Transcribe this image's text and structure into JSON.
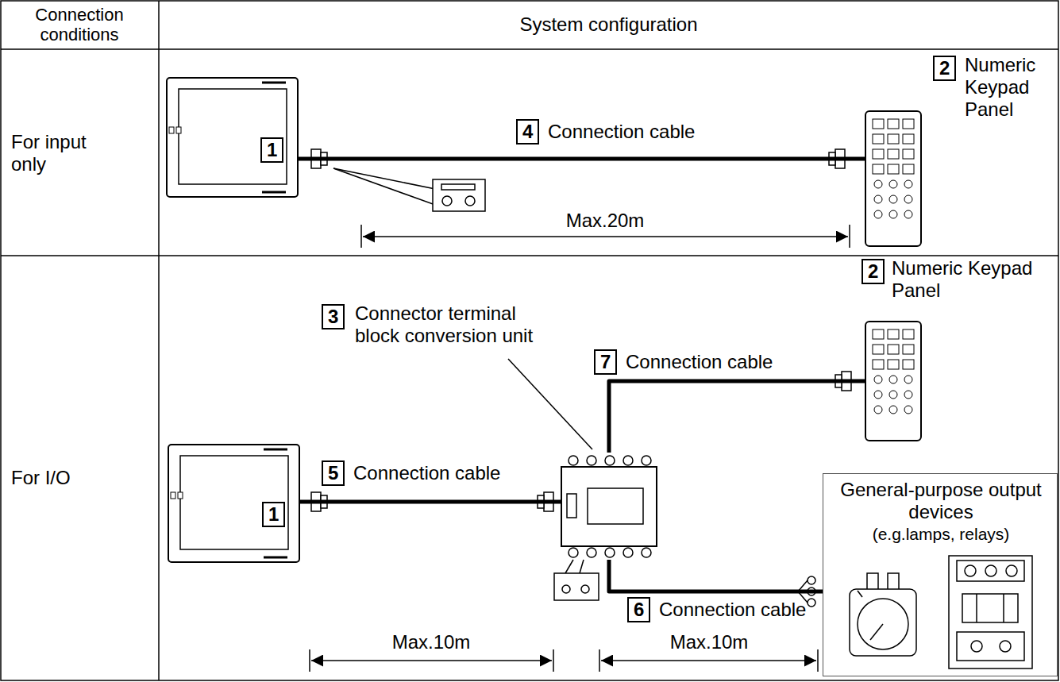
{
  "diagram": {
    "nodes": [
      {
        "text": [
          "1"
        ]
      },
      {
        "text": [
          "2",
          "Numeric Keypad Panel"
        ]
      },
      {
        "text": [
          "1"
        ]
      },
      {
        "text": [
          "3",
          "Connector terminal block conversion unit"
        ]
      },
      {
        "text": [
          "2",
          "Numeric Keypad Panel"
        ]
      },
      {
        "text": [
          "General-purpose output devices",
          "(e.g.lamps, relays)"
        ]
      }
    ],
    "edges": [
      {
        "from": 0,
        "to": 1,
        "arrow": "none",
        "label": "Connection cable"
      },
      {
        "from": 2,
        "to": 3,
        "arrow": "none",
        "label": "Connection cable"
      },
      {
        "from": 3,
        "to": 4,
        "arrow": "none",
        "label": "Connection cable"
      },
      {
        "from": 3,
        "to": 5,
        "arrow": "none",
        "label": "Connection cable"
      }
    ],
    "labels": [
      "Connection conditions",
      "System configuration",
      "For input only",
      "4",
      "Max.20m",
      "For I/O",
      "5",
      "7",
      "6",
      "Max.10m",
      "Max.10m"
    ]
  }
}
